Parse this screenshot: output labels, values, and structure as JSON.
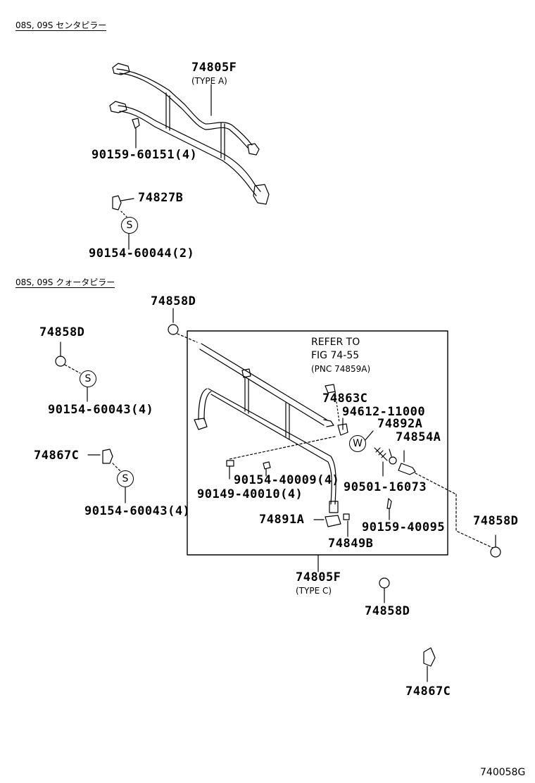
{
  "sections": {
    "center_pillar": "08S, 09S センタピラー",
    "quarter_pillar": "08S, 09S クォータピラー"
  },
  "labels": {
    "p74805F_a": "74805F",
    "type_a": "(TYPE A)",
    "p90159_60151": "90159-60151(4)",
    "p74827B": "74827B",
    "p90154_60044": "90154-60044(2)",
    "p74858D_1": "74858D",
    "p74858D_2": "74858D",
    "p90154_60043_1": "90154-60043(4)",
    "p74867C_1": "74867C",
    "p90154_60043_2": "90154-60043(4)",
    "refer_to": "REFER TO",
    "fig": "FIG 74-55",
    "pnc": "(PNC 74859A)",
    "p74863C": "74863C",
    "p94612_11000": "94612-11000",
    "p74892A": "74892A",
    "p74854A": "74854A",
    "p90154_40009": "90154-40009(4)",
    "p90149_40010": "90149-40010(4)",
    "p90501_16073": "90501-16073",
    "p74891A": "74891A",
    "p90159_40095": "90159-40095",
    "p74849B": "74849B",
    "p74858D_3": "74858D",
    "p74805F_c": "74805F",
    "type_c": "(TYPE C)",
    "p74858D_4": "74858D",
    "p74867C_2": "74867C",
    "diagram_code": "740058G"
  },
  "symbols": {
    "s1": "S",
    "s2": "S",
    "s3": "S",
    "w1": "W"
  }
}
